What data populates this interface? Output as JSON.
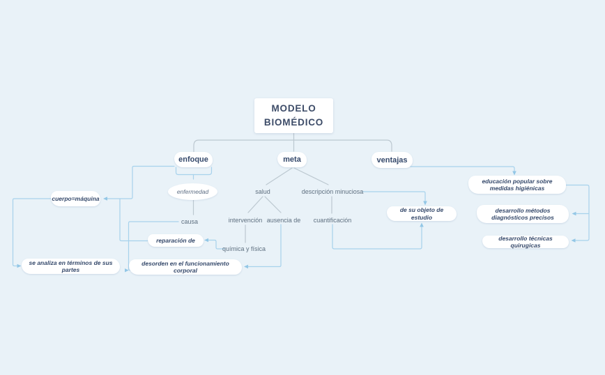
{
  "colors": {
    "background": "#e9f2f8",
    "node_fill": "#ffffff",
    "title_text": "#3d4c68",
    "branch_text": "#35496b",
    "label_text": "#5f7080",
    "tree_line": "#bcc8d0",
    "link_line": "#a7d2ec",
    "arrow": "#93c7e6"
  },
  "nodes": {
    "root": {
      "label": "MODELO BIOMÉDICO"
    },
    "enfoque": {
      "label": "enfoque"
    },
    "meta": {
      "label": "meta"
    },
    "ventajas": {
      "label": "ventajas"
    },
    "enfermedad": {
      "label": "enfermedad"
    },
    "causa": {
      "label": "causa"
    },
    "cuerpo_maquina": {
      "label": "cuerpo=máquina"
    },
    "se_analiza": {
      "label": "se analiza en términos de sus partes"
    },
    "reparacion": {
      "label": "reparación de"
    },
    "desorden": {
      "label": "desorden en el funcionamiento corporal"
    },
    "quimica": {
      "label": "química y física"
    },
    "salud": {
      "label": "salud"
    },
    "intervencion": {
      "label": "intervención"
    },
    "ausencia": {
      "label": "ausencia de"
    },
    "descripcion": {
      "label": "descripción minuciosa"
    },
    "cuantificacion": {
      "label": "cuantificación"
    },
    "objeto_estudio": {
      "label": "de su objeto de estudio"
    },
    "educacion": {
      "label": "educación popular sobre medidas higiénicas"
    },
    "diagnosticos": {
      "label": "desarrollo métodos diagnósticos precisos"
    },
    "quirurgicas": {
      "label": "desarrollo técnicas quirugicas"
    }
  }
}
